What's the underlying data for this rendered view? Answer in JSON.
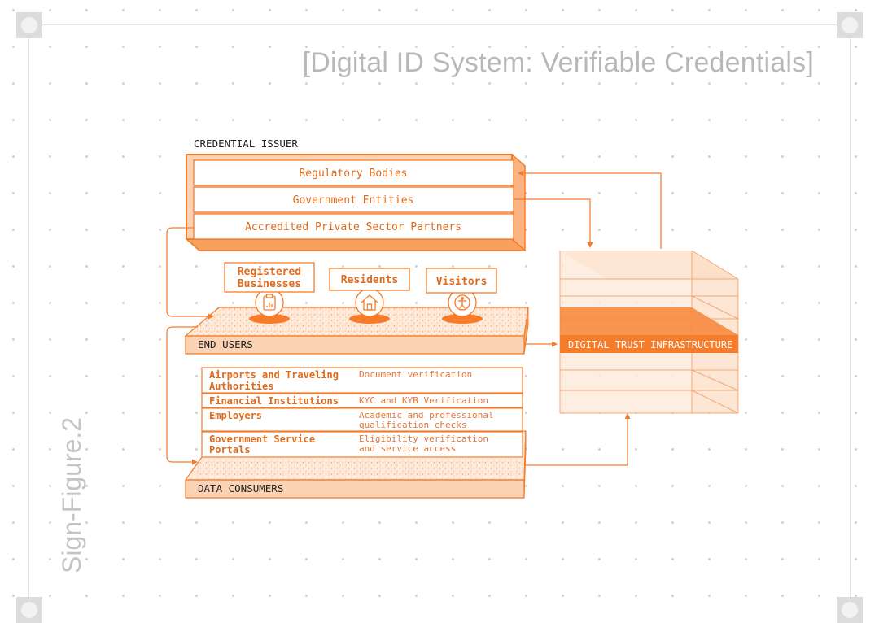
{
  "title": "[Digital ID System: Verifiable Credentials]",
  "side_label": "Sign-Figure.2",
  "colors": {
    "accent": "#f57c2b",
    "accent_light": "#fbd3b4",
    "accent_fill": "#fde8d6",
    "ink": "#222222"
  },
  "issuer": {
    "heading": "CREDENTIAL ISSUER",
    "rows": [
      "Regulatory Bodies",
      "Government Entities",
      "Accredited Private Sector Partners"
    ]
  },
  "end_users": {
    "heading": "END USERS",
    "groups": [
      {
        "label_line1": "Registered",
        "label_line2": "Businesses",
        "icon": "clipboard-icon"
      },
      {
        "label_line1": "Residents",
        "label_line2": "",
        "icon": "house-icon"
      },
      {
        "label_line1": "Visitors",
        "label_line2": "",
        "icon": "person-icon"
      }
    ]
  },
  "infrastructure": {
    "label": "DIGITAL TRUST INFRASTRUCTURE"
  },
  "consumers": {
    "heading": "DATA CONSUMERS",
    "rows": [
      {
        "name_line1": "Airports and Traveling",
        "name_line2": "Authorities",
        "use_line1": "Document verification",
        "use_line2": ""
      },
      {
        "name_line1": "Financial Institutions",
        "name_line2": "",
        "use_line1": "KYC and KYB Verification",
        "use_line2": ""
      },
      {
        "name_line1": "Employers",
        "name_line2": "",
        "use_line1": "Academic and professional",
        "use_line2": "qualification checks"
      },
      {
        "name_line1": "Government Service",
        "name_line2": "Portals",
        "use_line1": "Eligibility verification",
        "use_line2": "and service access"
      }
    ]
  }
}
